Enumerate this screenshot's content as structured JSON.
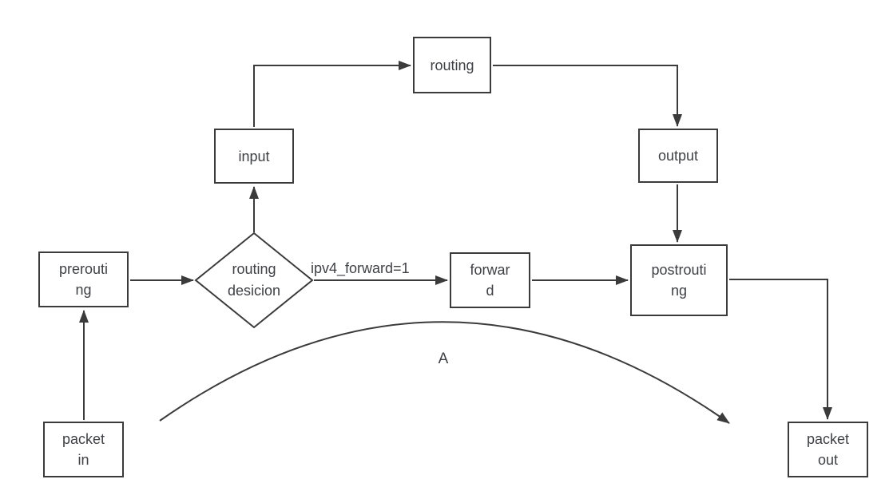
{
  "diagram": {
    "nodes": {
      "packet_in": {
        "label": "packet in",
        "shape": "rect",
        "lines": [
          "packet",
          "in"
        ]
      },
      "prerouting": {
        "label": "prerouting",
        "shape": "rect",
        "lines": [
          "prerouti",
          "ng"
        ]
      },
      "routing_decision": {
        "label": "routing desicion",
        "shape": "diamond",
        "lines": [
          "routing",
          "desicion"
        ]
      },
      "input": {
        "label": "input",
        "shape": "rect",
        "lines": [
          "input"
        ]
      },
      "routing": {
        "label": "routing",
        "shape": "rect",
        "lines": [
          "routing"
        ]
      },
      "output": {
        "label": "output",
        "shape": "rect",
        "lines": [
          "output"
        ]
      },
      "forward": {
        "label": "forward",
        "shape": "rect",
        "lines": [
          "forwar",
          "d"
        ]
      },
      "postrouting": {
        "label": "postrouting",
        "shape": "rect",
        "lines": [
          "postrouti",
          "ng"
        ]
      },
      "packet_out": {
        "label": "packet out",
        "shape": "rect",
        "lines": [
          "packet",
          "out"
        ]
      }
    },
    "labels": {
      "ipv4_forward": "ipv4_forward=1",
      "curve": "A"
    },
    "edges": [
      {
        "from": "packet_in",
        "to": "prerouting",
        "label": ""
      },
      {
        "from": "prerouting",
        "to": "routing_decision",
        "label": ""
      },
      {
        "from": "routing_decision",
        "to": "input",
        "label": ""
      },
      {
        "from": "input",
        "to": "routing",
        "label": ""
      },
      {
        "from": "routing",
        "to": "output",
        "label": ""
      },
      {
        "from": "output",
        "to": "postrouting",
        "label": ""
      },
      {
        "from": "routing_decision",
        "to": "forward",
        "label": "ipv4_forward=1"
      },
      {
        "from": "forward",
        "to": "postrouting",
        "label": ""
      },
      {
        "from": "postrouting",
        "to": "packet_out",
        "label": ""
      },
      {
        "from": "packet_in",
        "to": "packet_out",
        "label": "A",
        "style": "curved-bypass"
      }
    ],
    "colors": {
      "stroke": "#3b3b3b",
      "text": "#3f4145",
      "background": "#ffffff"
    }
  }
}
